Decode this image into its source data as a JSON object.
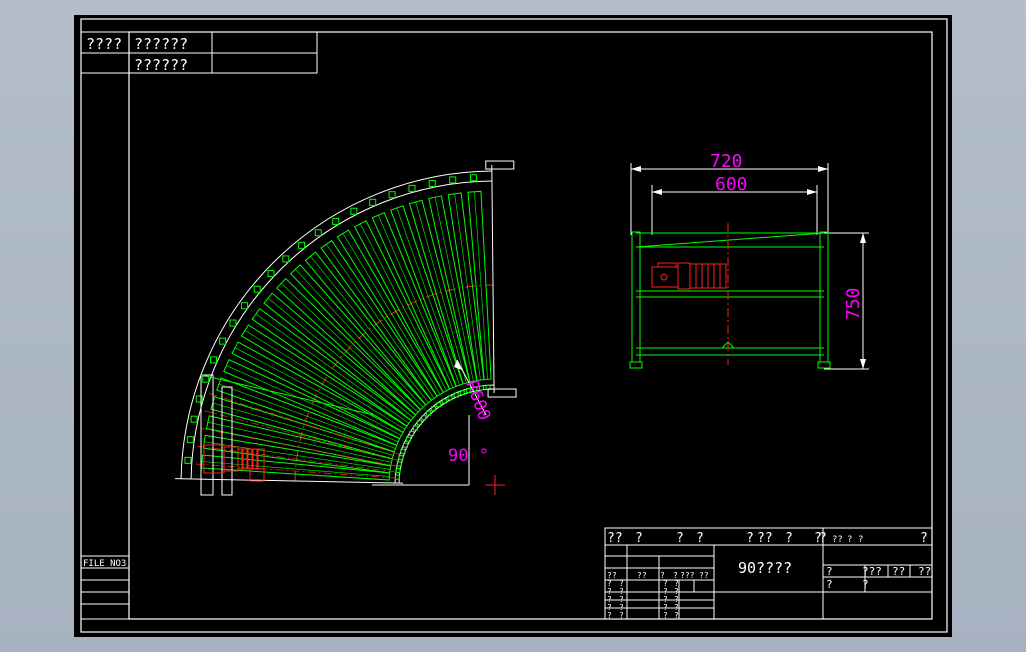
{
  "drawing": {
    "header_label_1": "????",
    "header_value_1": "??????",
    "header_value_2": "??????",
    "file_no_label": "FILE  NO3",
    "dim_720": "720",
    "dim_600": "600",
    "dim_750": "750",
    "dim_radius": "R600",
    "dim_angle": "90 °"
  },
  "title_block": {
    "header_cells": [
      "??",
      "?",
      "?",
      "?",
      "?",
      "??",
      "?",
      "?",
      "?",
      "??",
      "?",
      "?",
      "?"
    ],
    "drawing_name": "90????",
    "left_small": [
      "??",
      "??",
      "?",
      "?",
      "???",
      "??"
    ],
    "right_small": [
      "?",
      "???",
      "??",
      "??"
    ],
    "right_small_2": [
      "?",
      "?"
    ]
  },
  "colors": {
    "background": "#000000",
    "frame": "#ffffff",
    "conveyor": "#00ff00",
    "centerline": "#ff0000",
    "dimension_text": "#ff00ff",
    "motor": "#ff2020"
  }
}
